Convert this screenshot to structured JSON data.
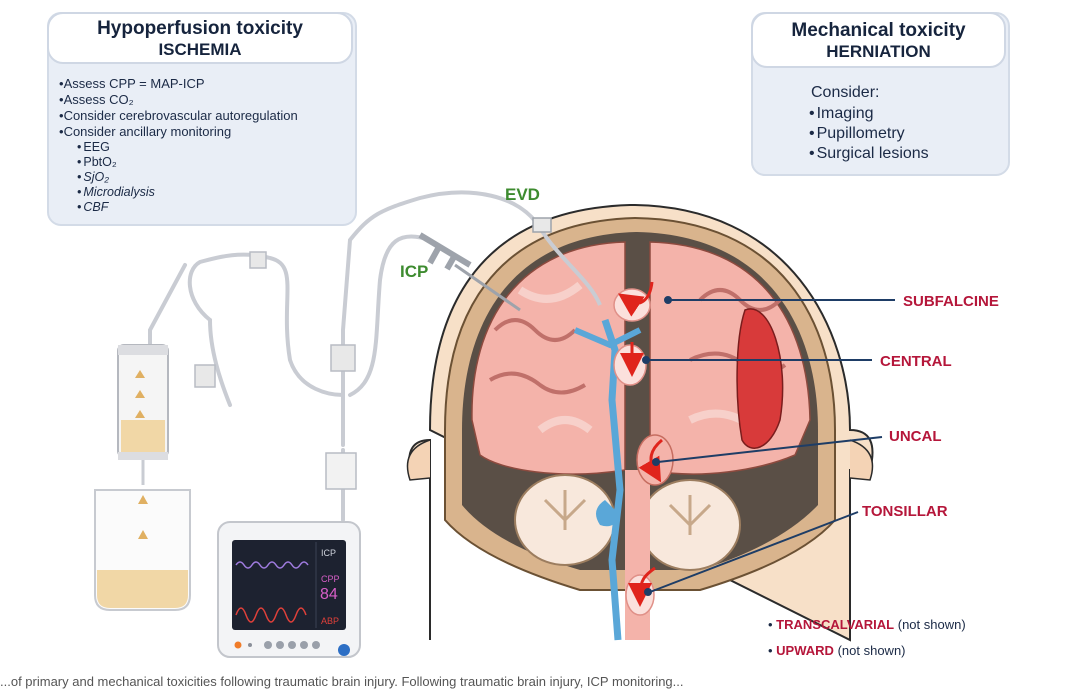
{
  "ischemia": {
    "title": "Hypoperfusion toxicity",
    "subtitle": "ISCHEMIA",
    "items": [
      "Assess CPP = MAP-ICP",
      "Assess CO₂",
      "Consider cerebrovascular autoregulation",
      "Consider ancillary monitoring"
    ],
    "subitems": [
      "EEG",
      "PbtO₂",
      "SjO₂",
      "Microdialysis",
      "CBF"
    ]
  },
  "herniation": {
    "title": "Mechanical toxicity",
    "subtitle": "HERNIATION",
    "consider": "Consider:",
    "items": [
      "Imaging",
      "Pupillometry",
      "Surgical lesions"
    ]
  },
  "devices": {
    "evd": "EVD",
    "icp": "ICP"
  },
  "monitor": {
    "icp": "ICP",
    "cpp": "CPP",
    "cpp_value": "84",
    "abp": "ABP"
  },
  "labels": {
    "subfalcine": "SUBFALCINE",
    "central": "CENTRAL",
    "uncal": "UNCAL",
    "tonsillar": "TONSILLAR"
  },
  "notes": [
    {
      "key": "TRANSCALVARIAL",
      "suffix": "(not shown)"
    },
    {
      "key": "UPWARD",
      "suffix": "(not shown)"
    }
  ],
  "caption": "...of primary and mechanical toxicities following traumatic brain injury. Following traumatic brain injury, ICP monitoring...",
  "colors": {
    "accent_red": "#b5163a",
    "device_green": "#3d8b2f",
    "brain_pink": "#f4b3aa",
    "csf_blue": "#5aa7d8"
  }
}
